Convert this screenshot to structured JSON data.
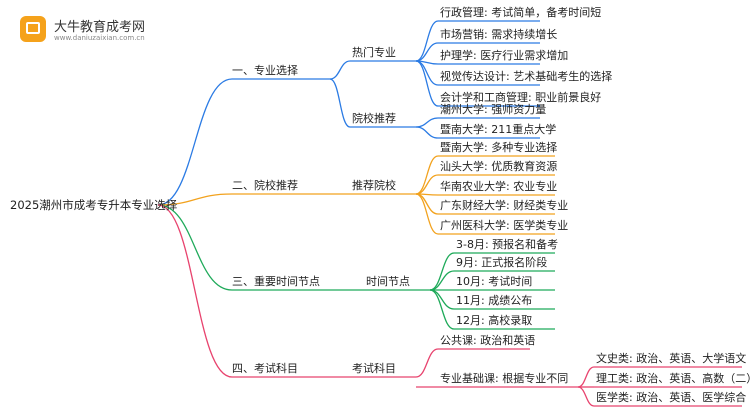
{
  "logo": {
    "title": "大牛教育成考网",
    "url": "www.daniuzaixian.com.cn"
  },
  "colors": {
    "blue": "#2b7be4",
    "orange": "#f2a21e",
    "green": "#1faa5a",
    "pink": "#e8436e"
  },
  "root": "2025潮州市成考专升本专业选择",
  "branches": [
    {
      "label": "一、专业选择",
      "color": "blue",
      "subs": [
        {
          "label": "热门专业",
          "leaves": [
            "行政管理: 考试简单，备考时间短",
            "市场营销: 需求持续增长",
            "护理学: 医疗行业需求增加",
            "视觉传达设计: 艺术基础考生的选择",
            "会计学和工商管理: 职业前景良好"
          ]
        },
        {
          "label": "院校推荐",
          "leaves": [
            "潮州大学: 强师资力量",
            "暨南大学: 211重点大学"
          ]
        }
      ]
    },
    {
      "label": "二、院校推荐",
      "color": "orange",
      "subs": [
        {
          "label": "推荐院校",
          "leaves": [
            "暨南大学: 多种专业选择",
            "汕头大学: 优质教育资源",
            "华南农业大学: 农业专业",
            "广东财经大学: 财经类专业",
            "广州医科大学: 医学类专业"
          ]
        }
      ]
    },
    {
      "label": "三、重要时间节点",
      "color": "green",
      "subs": [
        {
          "label": "时间节点",
          "leaves": [
            "3-8月: 预报名和备考",
            "9月: 正式报名阶段",
            "10月: 考试时间",
            "11月: 成绩公布",
            "12月: 高校录取"
          ]
        }
      ]
    },
    {
      "label": "四、考试科目",
      "color": "pink",
      "subs": [
        {
          "label": "考试科目",
          "leaves": [
            "公共课: 政治和英语",
            "专业基础课: 根据专业不同"
          ],
          "subleaves": [
            "文史类: 政治、英语、大学语文",
            "理工类: 政治、英语、高数（二）",
            "医学类: 政治、英语、医学综合"
          ]
        }
      ]
    }
  ]
}
